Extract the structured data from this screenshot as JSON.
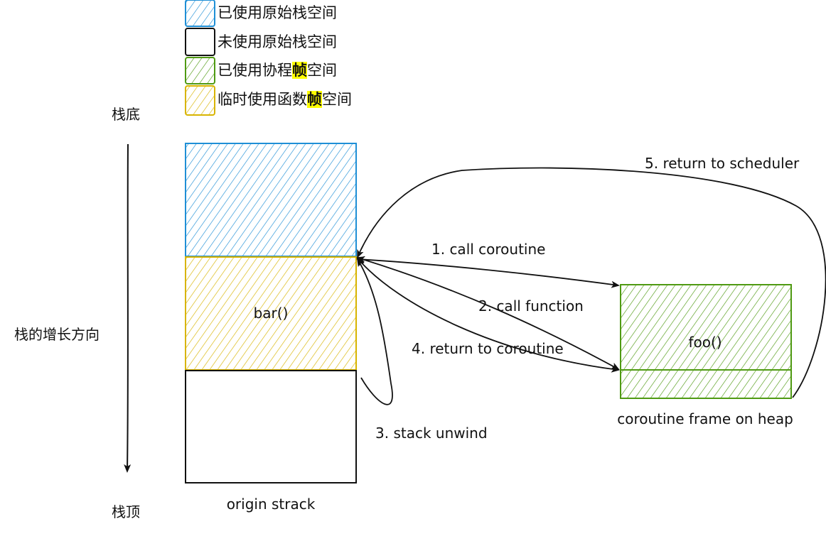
{
  "legend": [
    {
      "prefix": "已使用原始栈空间",
      "highlight": "",
      "suffix": "",
      "color": "#1f77b4"
    },
    {
      "prefix": "未使用原始栈空间",
      "highlight": "",
      "suffix": "",
      "color": "#000000"
    },
    {
      "prefix": "已使用协程",
      "highlight": "帧",
      "suffix": "空间",
      "color": "#3a8a0a"
    },
    {
      "prefix": "临时使用函数",
      "highlight": "帧",
      "suffix": "空间",
      "color": "#c9a400"
    }
  ],
  "axis": {
    "top_label": "栈底",
    "middle_label": "栈的增长方向",
    "bottom_label": "栈顶"
  },
  "origin_stack": {
    "label": "origin strack",
    "frame_label": "bar()"
  },
  "coroutine": {
    "frame_label": "foo()",
    "caption": "coroutine frame on heap"
  },
  "arrows": {
    "call_coroutine": "1. call coroutine",
    "call_function": "2. call function",
    "stack_unwind": "3. stack unwind",
    "return_to_coroutine": "4. return to coroutine",
    "return_to_scheduler": "5. return to scheduler"
  },
  "colors": {
    "blue": "#1f8fd6",
    "yellow": "#d8b400",
    "green": "#4f9a12",
    "highlight": "#ffff00"
  }
}
